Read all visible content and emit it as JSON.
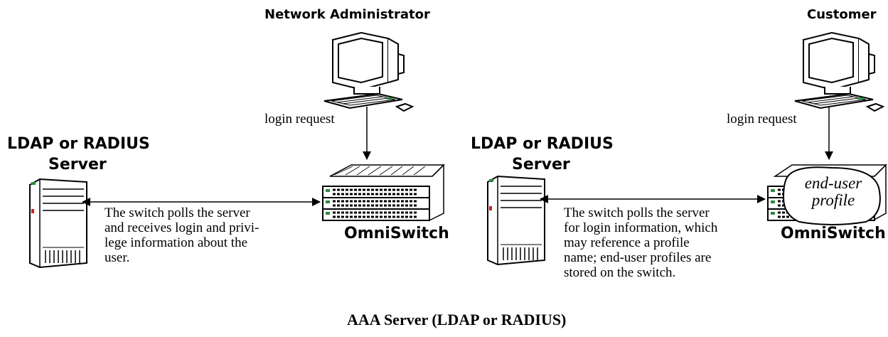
{
  "left": {
    "user_label": "Network Administrator",
    "login_label": "login request",
    "server_label_line1": "LDAP or RADIUS",
    "server_label_line2": "Server",
    "switch_label": "OmniSwitch",
    "description": [
      "The switch polls the server",
      "and receives login and privi-",
      "lege information about the",
      "user."
    ]
  },
  "right": {
    "user_label": "Customer",
    "login_label": "login request",
    "server_label_line1": "LDAP or RADIUS",
    "server_label_line2": "Server",
    "switch_label": "OmniSwitch",
    "profile_line1": "end-user",
    "profile_line2": "profile",
    "description": [
      "The switch polls the server",
      "for login information, which",
      "may reference a profile",
      "name; end-user profiles are",
      "stored on the switch."
    ]
  },
  "caption": "AAA Server (LDAP or RADIUS)"
}
